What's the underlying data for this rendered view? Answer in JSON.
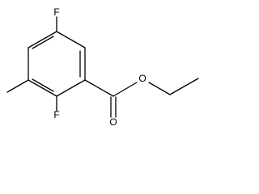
{
  "molecule": {
    "atoms": {
      "f_top": "F",
      "f_bottom": "F",
      "o_carbonyl": "O",
      "o_ester": "O"
    }
  },
  "colors": {
    "bond": "#000000",
    "label": "#000000",
    "background": "#ffffff"
  }
}
